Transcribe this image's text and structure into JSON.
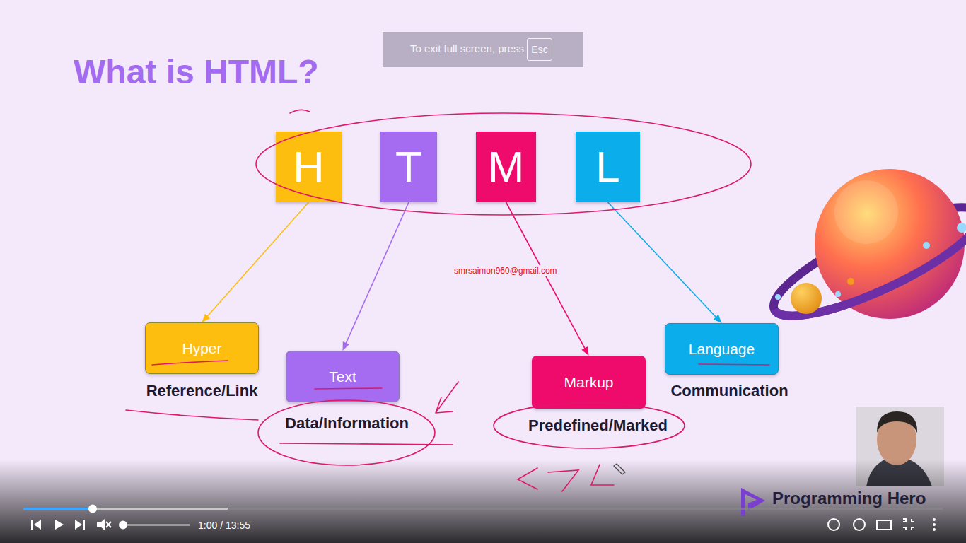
{
  "diagram": {
    "title": "What is HTML?",
    "nodes": [
      {
        "text": [
          "H"
        ]
      },
      {
        "text": [
          "T"
        ]
      },
      {
        "text": [
          "M"
        ]
      },
      {
        "text": [
          "L"
        ]
      },
      {
        "text": [
          "Hyper",
          "Reference/Link"
        ]
      },
      {
        "text": [
          "Text",
          "Data/Information"
        ]
      },
      {
        "text": [
          "Markup",
          "Predefined/Marked"
        ]
      },
      {
        "text": [
          "Language",
          "Communication"
        ]
      }
    ],
    "edges": [
      {
        "from": 0,
        "to": 4,
        "arrow": "to"
      },
      {
        "from": 1,
        "to": 5,
        "arrow": "to"
      },
      {
        "from": 2,
        "to": 6,
        "arrow": "to"
      },
      {
        "from": 3,
        "to": 7,
        "arrow": "to"
      }
    ],
    "labels": [
      "To exit full screen, press",
      "Esc",
      "smrsaimon960@gmail.com",
      "Programming Hero",
      "1:00 / 13:55"
    ]
  }
}
